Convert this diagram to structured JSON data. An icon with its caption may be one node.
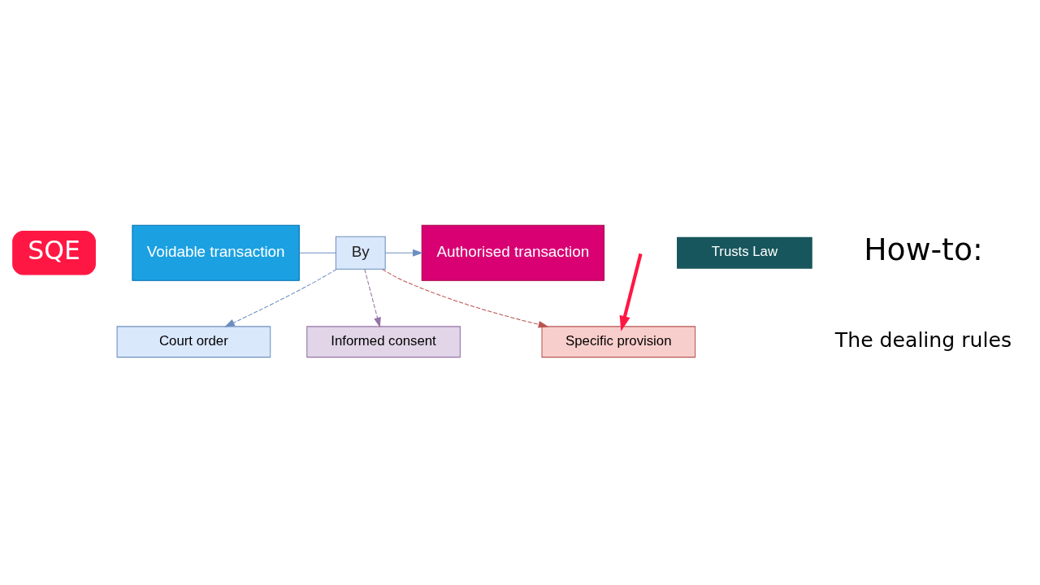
{
  "diagram": {
    "nodes": [
      {
        "text": [
          "SQE"
        ]
      },
      {
        "text": [
          "Voidable transaction"
        ]
      },
      {
        "text": [
          "By"
        ]
      },
      {
        "text": [
          "Authorised transaction"
        ]
      },
      {
        "text": [
          "Court order"
        ]
      },
      {
        "text": [
          "Informed consent"
        ]
      },
      {
        "text": [
          "Specific provision"
        ]
      },
      {
        "text": [
          "Trusts Law"
        ]
      }
    ],
    "edges": [
      {
        "from": 1,
        "to": 2,
        "arrow": "none"
      },
      {
        "from": 2,
        "to": 3,
        "arrow": "to"
      },
      {
        "from": 2,
        "to": 4,
        "arrow": "to",
        "style": "dashed"
      },
      {
        "from": 2,
        "to": 6,
        "arrow": "to",
        "style": "dashed",
        "color": "#b85450"
      },
      {
        "from": 2,
        "to": 5,
        "arrow": "to",
        "style": "dashed",
        "color": "#9673a6"
      },
      {
        "from": null,
        "to": 6,
        "arrow": "to",
        "style": "thick",
        "color": "#ff1744"
      }
    ],
    "labels": [
      "How-to:",
      "The dealing rules"
    ]
  }
}
